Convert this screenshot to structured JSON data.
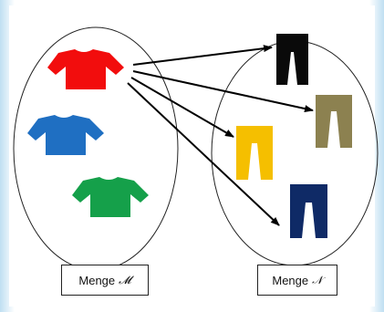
{
  "diagram": {
    "set_m": {
      "label": "Menge",
      "symbol": "𝓜",
      "elements": [
        {
          "name": "shirt-red",
          "color": "#f20d0d"
        },
        {
          "name": "shirt-blue",
          "color": "#1f6fc2"
        },
        {
          "name": "shirt-green",
          "color": "#15a04a"
        }
      ]
    },
    "set_n": {
      "label": "Menge",
      "symbol": "𝒩",
      "elements": [
        {
          "name": "trousers-black",
          "color": "#0a0a0a"
        },
        {
          "name": "trousers-olive",
          "color": "#8c8150"
        },
        {
          "name": "trousers-yellow",
          "color": "#f5bf00"
        },
        {
          "name": "trousers-navy",
          "color": "#0f2a66"
        }
      ]
    },
    "mapping": [
      {
        "from": "shirt-red",
        "to": "trousers-black"
      },
      {
        "from": "shirt-red",
        "to": "trousers-olive"
      },
      {
        "from": "shirt-red",
        "to": "trousers-yellow"
      },
      {
        "from": "shirt-red",
        "to": "trousers-navy"
      }
    ]
  }
}
